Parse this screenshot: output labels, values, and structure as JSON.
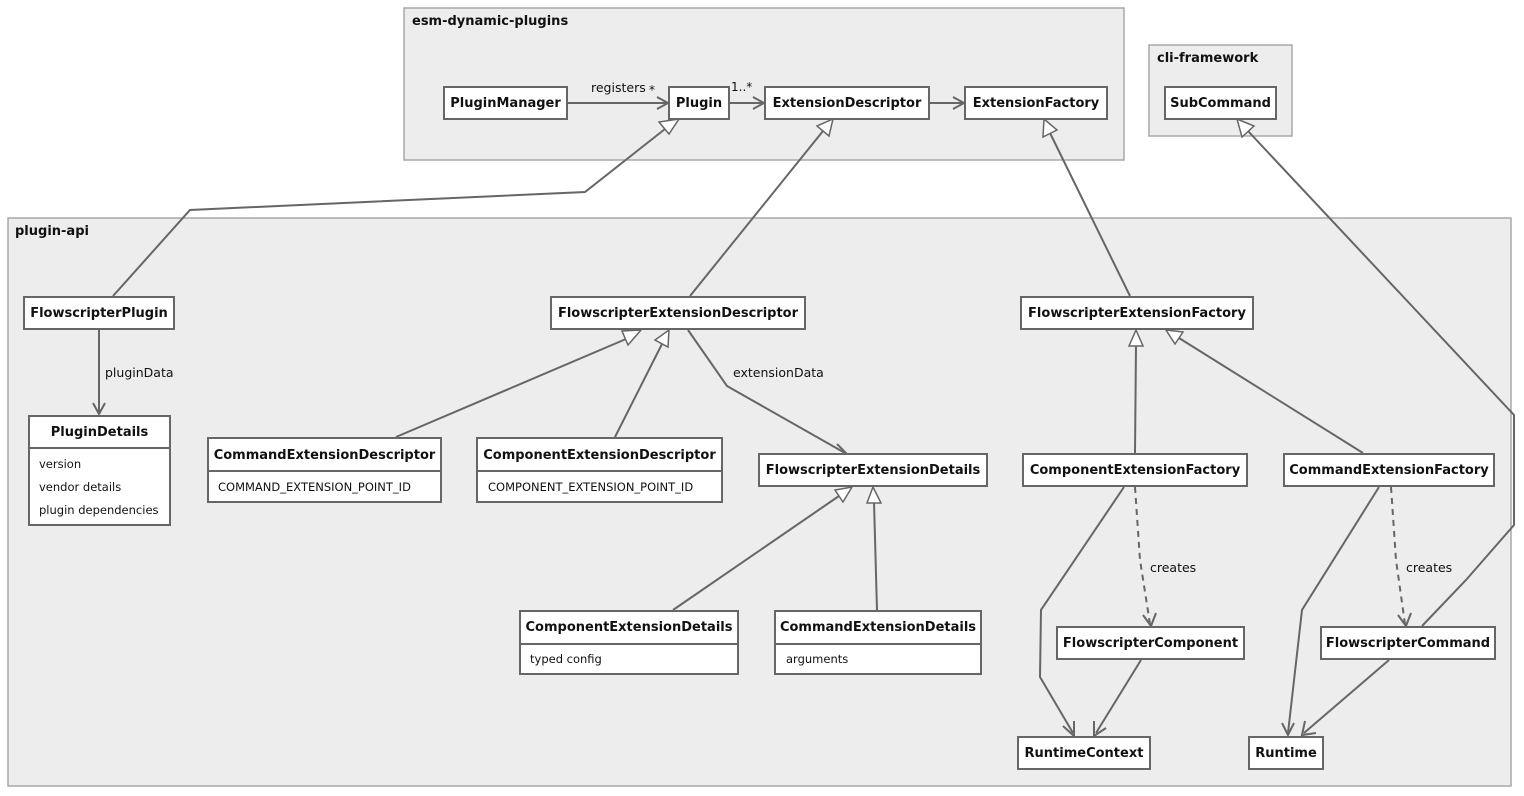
{
  "packages": {
    "esm": "esm-dynamic-plugins",
    "cli": "cli-framework",
    "api": "plugin-api"
  },
  "classes": {
    "plugin_manager": {
      "name": "PluginManager"
    },
    "plugin": {
      "name": "Plugin"
    },
    "extension_descriptor": {
      "name": "ExtensionDescriptor"
    },
    "extension_factory": {
      "name": "ExtensionFactory"
    },
    "sub_command": {
      "name": "SubCommand"
    },
    "flowscripter_plugin": {
      "name": "FlowscripterPlugin"
    },
    "plugin_details": {
      "name": "PluginDetails",
      "attributes": [
        "version",
        "vendor details",
        "plugin dependencies"
      ]
    },
    "flowscripter_extension_descriptor": {
      "name": "FlowscripterExtensionDescriptor"
    },
    "command_extension_descriptor": {
      "name": "CommandExtensionDescriptor",
      "attributes": [
        "COMMAND_EXTENSION_POINT_ID"
      ]
    },
    "component_extension_descriptor": {
      "name": "ComponentExtensionDescriptor",
      "attributes": [
        "COMPONENT_EXTENSION_POINT_ID"
      ]
    },
    "flowscripter_extension_details": {
      "name": "FlowscripterExtensionDetails"
    },
    "component_extension_details": {
      "name": "ComponentExtensionDetails",
      "attributes": [
        "typed config"
      ]
    },
    "command_extension_details": {
      "name": "CommandExtensionDetails",
      "attributes": [
        "arguments"
      ]
    },
    "flowscripter_extension_factory": {
      "name": "FlowscripterExtensionFactory"
    },
    "component_extension_factory": {
      "name": "ComponentExtensionFactory"
    },
    "command_extension_factory": {
      "name": "CommandExtensionFactory"
    },
    "flowscripter_component": {
      "name": "FlowscripterComponent"
    },
    "flowscripter_command": {
      "name": "FlowscripterCommand"
    },
    "runtime_context": {
      "name": "RuntimeContext"
    },
    "runtime": {
      "name": "Runtime"
    }
  },
  "edges": {
    "registers": "registers",
    "registers_mult": "*",
    "descriptor_mult": "1..*",
    "plugin_data": "pluginData",
    "extension_data": "extensionData",
    "creates_component": "creates",
    "creates_command": "creates"
  }
}
